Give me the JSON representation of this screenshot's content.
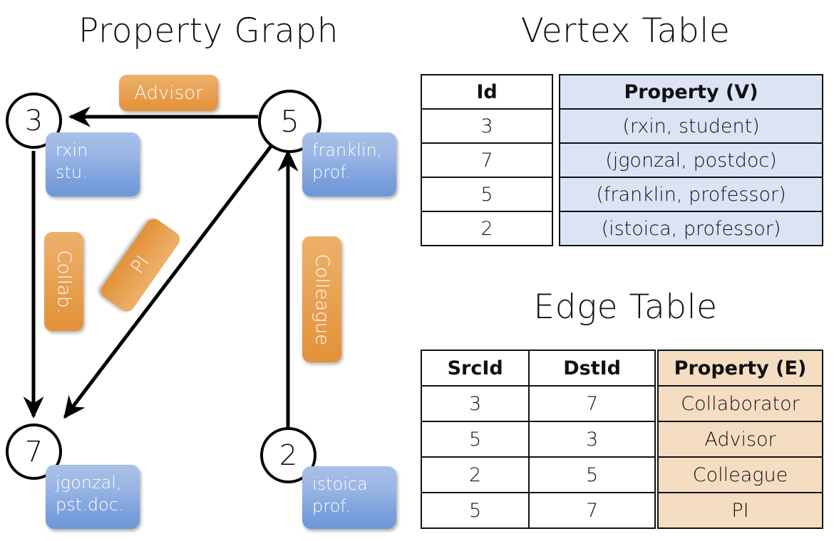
{
  "titles": {
    "property_graph": "Property Graph",
    "vertex_table": "Vertex Table",
    "edge_table": "Edge Table"
  },
  "colors": {
    "vertex_property_fill": "#dbe3f4",
    "edge_property_fill": "#f5ddc2",
    "property_box_blue": "#7ba0dc",
    "edge_label_orange": "#e8a559",
    "stroke": "#111111",
    "background": "#ffffff"
  },
  "graph": {
    "nodes": [
      {
        "id": "3",
        "label": "3",
        "property_line1": "rxin",
        "property_line2": "stu."
      },
      {
        "id": "5",
        "label": "5",
        "property_line1": "franklin,",
        "property_line2": "prof."
      },
      {
        "id": "7",
        "label": "7",
        "property_line1": "jgonzal,",
        "property_line2": "pst.doc."
      },
      {
        "id": "2",
        "label": "2",
        "property_line1": "istoica",
        "property_line2": "prof."
      }
    ],
    "edge_labels": [
      {
        "name": "advisor",
        "text": "Advisor"
      },
      {
        "name": "collab",
        "text": "Collab."
      },
      {
        "name": "pi",
        "text": "PI"
      },
      {
        "name": "colleague",
        "text": "Colleague"
      }
    ],
    "edges": [
      {
        "from": "5",
        "to": "3",
        "label": "Advisor"
      },
      {
        "from": "3",
        "to": "7",
        "label": "Collab."
      },
      {
        "from": "5",
        "to": "7",
        "label": "PI"
      },
      {
        "from": "2",
        "to": "5",
        "label": "Colleague"
      }
    ]
  },
  "vertex_table": {
    "headers": {
      "id": "Id",
      "property": "Property (V)"
    },
    "rows": [
      {
        "id": "3",
        "property": "(rxin, student)"
      },
      {
        "id": "7",
        "property": "(jgonzal, postdoc)"
      },
      {
        "id": "5",
        "property": "(franklin, professor)"
      },
      {
        "id": "2",
        "property": "(istoica, professor)"
      }
    ]
  },
  "edge_table": {
    "headers": {
      "src": "SrcId",
      "dst": "DstId",
      "property": "Property (E)"
    },
    "rows": [
      {
        "src": "3",
        "dst": "7",
        "property": "Collaborator"
      },
      {
        "src": "5",
        "dst": "3",
        "property": "Advisor"
      },
      {
        "src": "2",
        "dst": "5",
        "property": "Colleague"
      },
      {
        "src": "5",
        "dst": "7",
        "property": "PI"
      }
    ]
  }
}
